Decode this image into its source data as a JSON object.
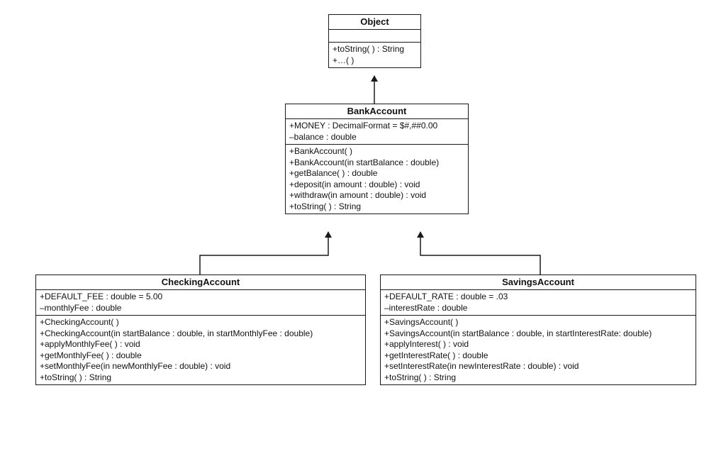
{
  "diagram": {
    "classes": {
      "object": {
        "name": "Object",
        "attributes": [],
        "operations": [
          "+toString( ) : String",
          "+…( )"
        ]
      },
      "bank_account": {
        "name": "BankAccount",
        "attributes": [
          "+MONEY : DecimalFormat = $#,##0.00",
          "–balance : double"
        ],
        "operations": [
          "+BankAccount( )",
          "+BankAccount(in startBalance : double)",
          "+getBalance( ) : double",
          "+deposit(in amount : double) : void",
          "+withdraw(in amount : double) : void",
          "+toString( ) : String"
        ]
      },
      "checking_account": {
        "name": "CheckingAccount",
        "attributes": [
          "+DEFAULT_FEE : double = 5.00",
          "–monthlyFee : double"
        ],
        "operations": [
          "+CheckingAccount( )",
          "+CheckingAccount(in startBalance : double, in startMonthlyFee : double)",
          "+applyMonthlyFee( ) : void",
          "+getMonthlyFee( ) : double",
          "+setMonthlyFee(in newMonthlyFee : double) : void",
          "+toString( ) : String"
        ]
      },
      "savings_account": {
        "name": "SavingsAccount",
        "attributes": [
          "+DEFAULT_RATE : double = .03",
          "–interestRate : double"
        ],
        "operations": [
          "+SavingsAccount( )",
          "+SavingsAccount(in startBalance : double, in startInterestRate: double)",
          "+applyInterest( ) : void",
          "+getInterestRate( ) : double",
          "+setInterestRate(in newInterestRate : double) : void",
          "+toString( ) : String"
        ]
      }
    },
    "relationships": [
      {
        "from": "bank_account",
        "to": "object",
        "type": "generalization"
      },
      {
        "from": "checking_account",
        "to": "bank_account",
        "type": "generalization"
      },
      {
        "from": "savings_account",
        "to": "bank_account",
        "type": "generalization"
      }
    ],
    "line_color": "#1a1a1a"
  }
}
